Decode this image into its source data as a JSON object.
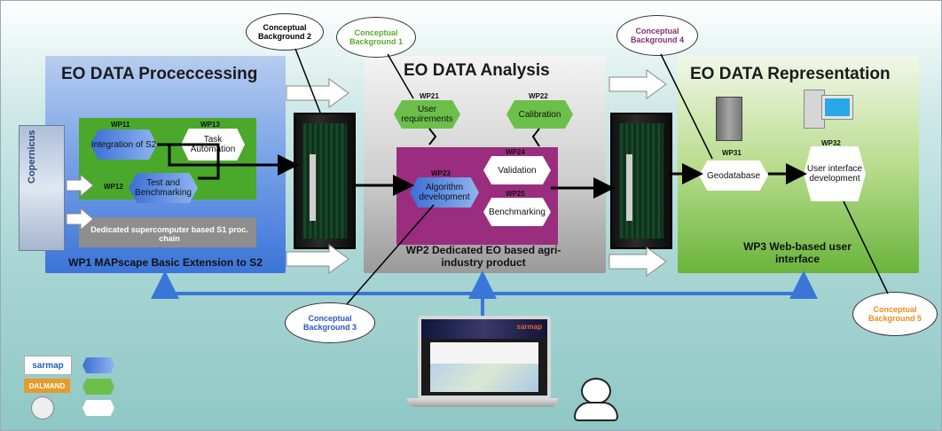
{
  "panels": {
    "wp1": {
      "title": "EO DATA Proceccessing",
      "footer": "WP1 MAPscape Basic Extension to S2",
      "chain_label": "Dedicated supercomputer based S1 proc. chain"
    },
    "wp2": {
      "title": "EO DATA Analysis",
      "footer": "WP2 Dedicated EO based agri-industry product"
    },
    "wp3": {
      "title": "EO DATA Representation",
      "footer": "WP3 Web-based user interface"
    }
  },
  "nodes": {
    "wp11": {
      "id": "WP11",
      "label": "Integration of S2",
      "color": "#3b6fd6"
    },
    "wp13": {
      "id": "WP13",
      "label": "Task Automation",
      "color": "#ffffff"
    },
    "wp12": {
      "id": "WP12",
      "label": "Test and Benchmarking",
      "color": "#3b6fd6"
    },
    "wp21": {
      "id": "WP21",
      "label": "User requirements",
      "color": "#6cc04a"
    },
    "wp22": {
      "id": "WP22",
      "label": "Calibration",
      "color": "#6cc04a"
    },
    "wp23": {
      "id": "WP23",
      "label": "Algorithm development",
      "color": "#3b6fd6"
    },
    "wp24": {
      "id": "WP24",
      "label": "Validation",
      "color": "#ffffff"
    },
    "wp25": {
      "id": "WP25",
      "label": "Benchmarking",
      "color": "#ffffff"
    },
    "wp31": {
      "id": "WP31",
      "label": "Geodatabase",
      "color": "#ffffff"
    },
    "wp32": {
      "id": "WP32",
      "label": "User interface development",
      "color": "#ffffff"
    }
  },
  "clouds": {
    "cb1": {
      "label": "Conceptual Background 1",
      "color": "#5aaa2c"
    },
    "cb2": {
      "label": "Conceptual Background 2",
      "color": "#111111"
    },
    "cb3": {
      "label": "Conceptual Background 3",
      "color": "#2a55c0"
    },
    "cb4": {
      "label": "Conceptual Background 4",
      "color": "#8a2a75"
    },
    "cb5": {
      "label": "Conceptual Background 5",
      "color": "#f08a1c"
    }
  },
  "legend": {
    "items": [
      {
        "logo": "sarmap",
        "color": "#3b6fd6"
      },
      {
        "logo": "DALMAND",
        "color": "#6cc04a"
      },
      {
        "logo": "seal",
        "color": "#ffffff"
      }
    ]
  },
  "colors": {
    "wp1_border": "#2c5fc9",
    "wp2_inner": "#9b2d7f",
    "wp1_inner": "#4aa82a",
    "arrow": "#3a76d8"
  },
  "laptop": {
    "site_title": "sarmap"
  },
  "copernicus_label": "Copernicus"
}
